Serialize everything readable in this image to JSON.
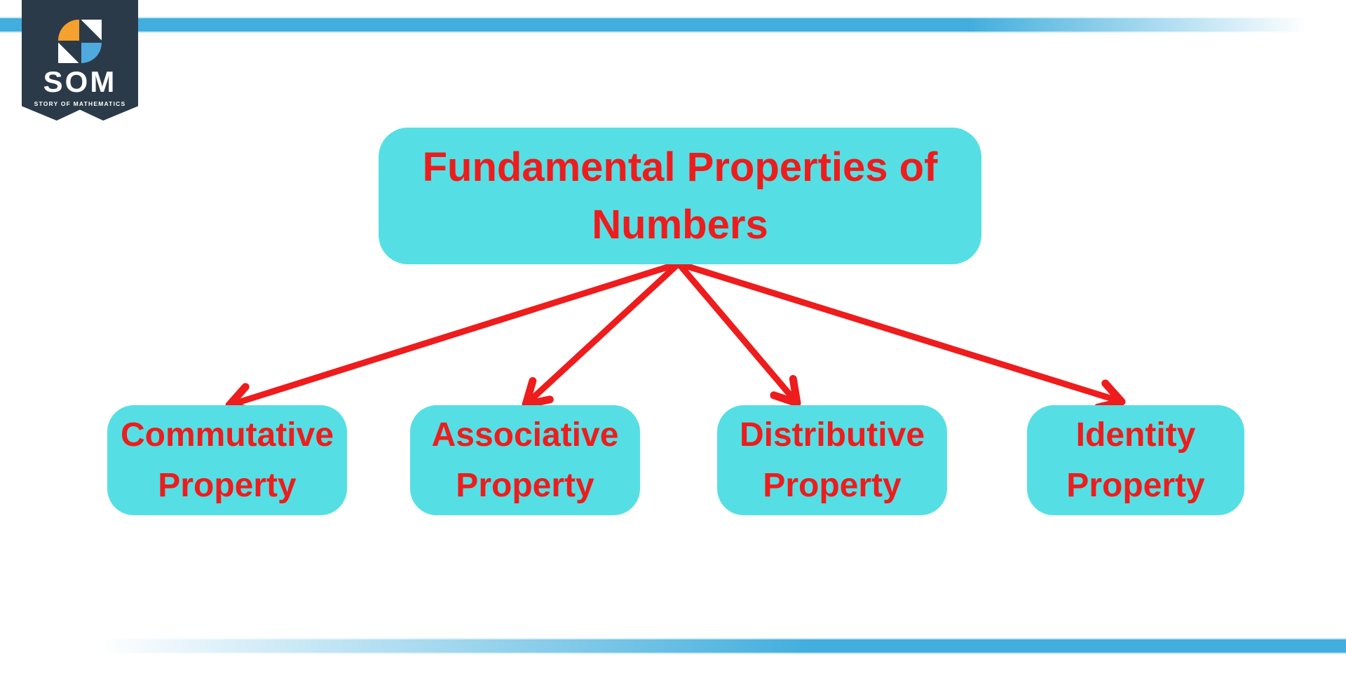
{
  "theme": {
    "accent-cyan": "#55DFE4",
    "accent-red": "#EE1C1C",
    "bar-blue": "#41AEDD",
    "bar-edge": "#C9E9F7",
    "badge-navy": "#2B3A48",
    "logo-orange": "#F6A02D",
    "logo-blue": "#4FAADF"
  },
  "logo": {
    "acronym": "SOM",
    "tagline": "STORY OF MATHEMATICS"
  },
  "diagram": {
    "root": {
      "label": "Fundamental Properties of Numbers"
    },
    "children": [
      {
        "label": "Commutative Property"
      },
      {
        "label": "Associative Property"
      },
      {
        "label": "Distributive Property"
      },
      {
        "label": "Identity Property"
      }
    ]
  }
}
